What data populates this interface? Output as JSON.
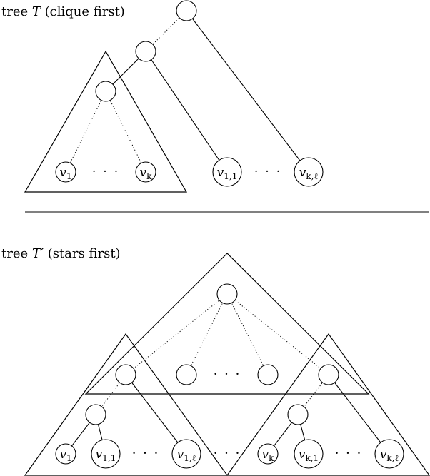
{
  "top": {
    "caption": {
      "prefix": "tree ",
      "var": "T",
      "suffix": " (clique first)"
    },
    "leaves": [
      {
        "base": "v",
        "sub": "1"
      },
      {
        "base": "v",
        "sub": "k"
      },
      {
        "base": "v",
        "sub": "1,1"
      },
      {
        "base": "v",
        "sub": "k,ℓ"
      }
    ],
    "ellipsis": "· · ·"
  },
  "bottom": {
    "caption": {
      "prefix": "tree ",
      "var": "T′",
      "suffix": " (stars first)"
    },
    "leaves": [
      {
        "base": "v",
        "sub": "1"
      },
      {
        "base": "v",
        "sub": "1,1"
      },
      {
        "base": "v",
        "sub": "1,ℓ"
      },
      {
        "base": "v",
        "sub": "k"
      },
      {
        "base": "v",
        "sub": "k,1"
      },
      {
        "base": "v",
        "sub": "k,ℓ"
      }
    ],
    "ellipsis": "· · ·"
  }
}
